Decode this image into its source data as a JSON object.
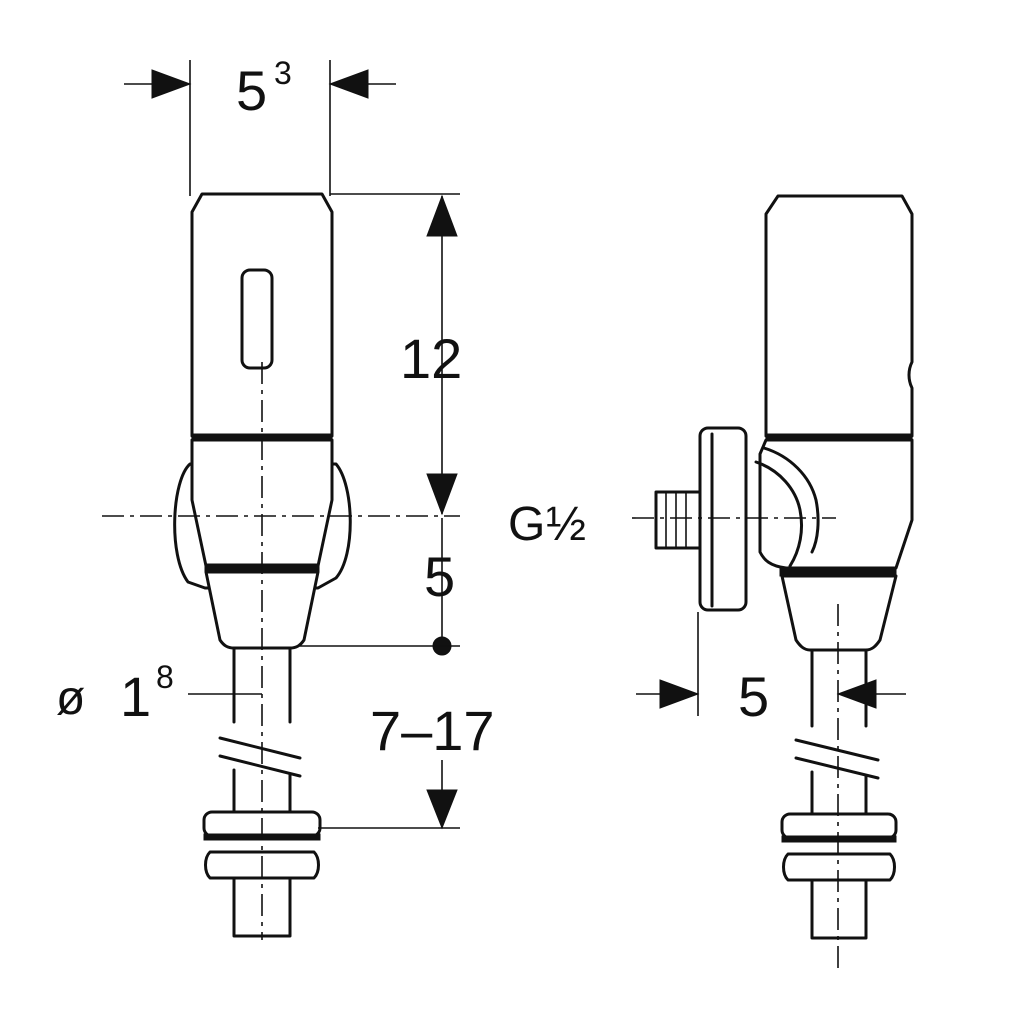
{
  "dimensions": {
    "top_width_base": "5",
    "top_width_sup": "3",
    "height_upper": "12",
    "offset_lower": "5",
    "clamp_range": "7–17",
    "pipe_diameter_prefix": "ø",
    "pipe_diameter_base": "1",
    "pipe_diameter_sup": "8",
    "thread_prefix": "G",
    "thread_size": "½",
    "side_offset": "5"
  },
  "colors": {
    "line": "#111111",
    "background": "#ffffff"
  }
}
